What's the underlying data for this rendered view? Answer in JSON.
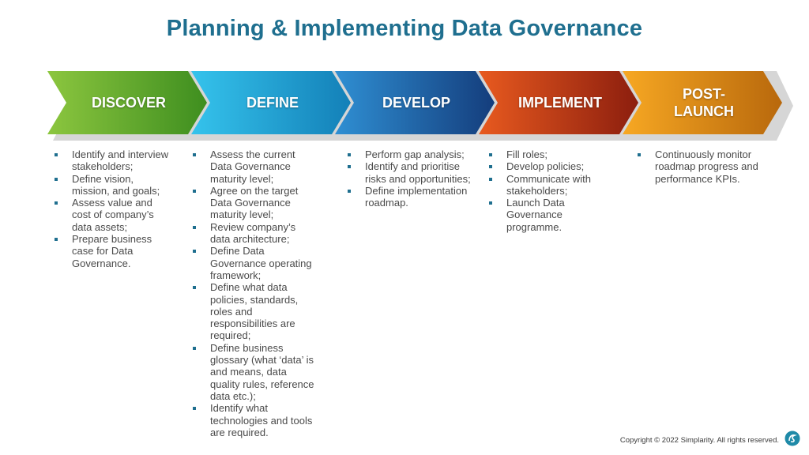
{
  "title": "Planning & Implementing Data Governance",
  "stages": [
    {
      "label": "DISCOVER",
      "color_light": "#8cc63f",
      "color_dark": "#3e8e1f",
      "items": [
        "Identify and interview stakeholders;",
        "Define vision, mission, and goals;",
        "Assess value and cost of company’s data assets;",
        "Prepare business case for Data Governance."
      ]
    },
    {
      "label": "DEFINE",
      "color_light": "#35c3ec",
      "color_dark": "#1380b8",
      "items": [
        "Assess the current Data Governance maturity level;",
        "Agree on the target Data Governance maturity level;",
        "Review company’s data architecture;",
        "Define Data Governance operating framework;",
        "Define what data policies, standards, roles and responsibilities are required;",
        "Define business glossary (what ‘data’ is and means, data quality rules, reference data etc.);",
        "Identify what technologies and tools are required."
      ]
    },
    {
      "label": "DEVELOP",
      "color_light": "#2f8fd3",
      "color_dark": "#143d7c",
      "items": [
        "Perform gap analysis;",
        "Identify and prioritise risks and opportunities;",
        "Define implementation roadmap."
      ]
    },
    {
      "label": "IMPLEMENT",
      "color_light": "#e85a1f",
      "color_dark": "#8c1e0e",
      "items": [
        "Fill roles;",
        "Develop policies;",
        "Communicate with stakeholders;",
        "Launch Data Governance programme."
      ]
    },
    {
      "label": "POST-LAUNCH",
      "color_light": "#f7a823",
      "color_dark": "#b8680c",
      "items": [
        "Continuously monitor roadmap progress and performance KPIs."
      ]
    }
  ],
  "footer": "Copyright © 2022 Simplarity. All rights reserved.",
  "logo_icon": "simplarity-logo-icon"
}
